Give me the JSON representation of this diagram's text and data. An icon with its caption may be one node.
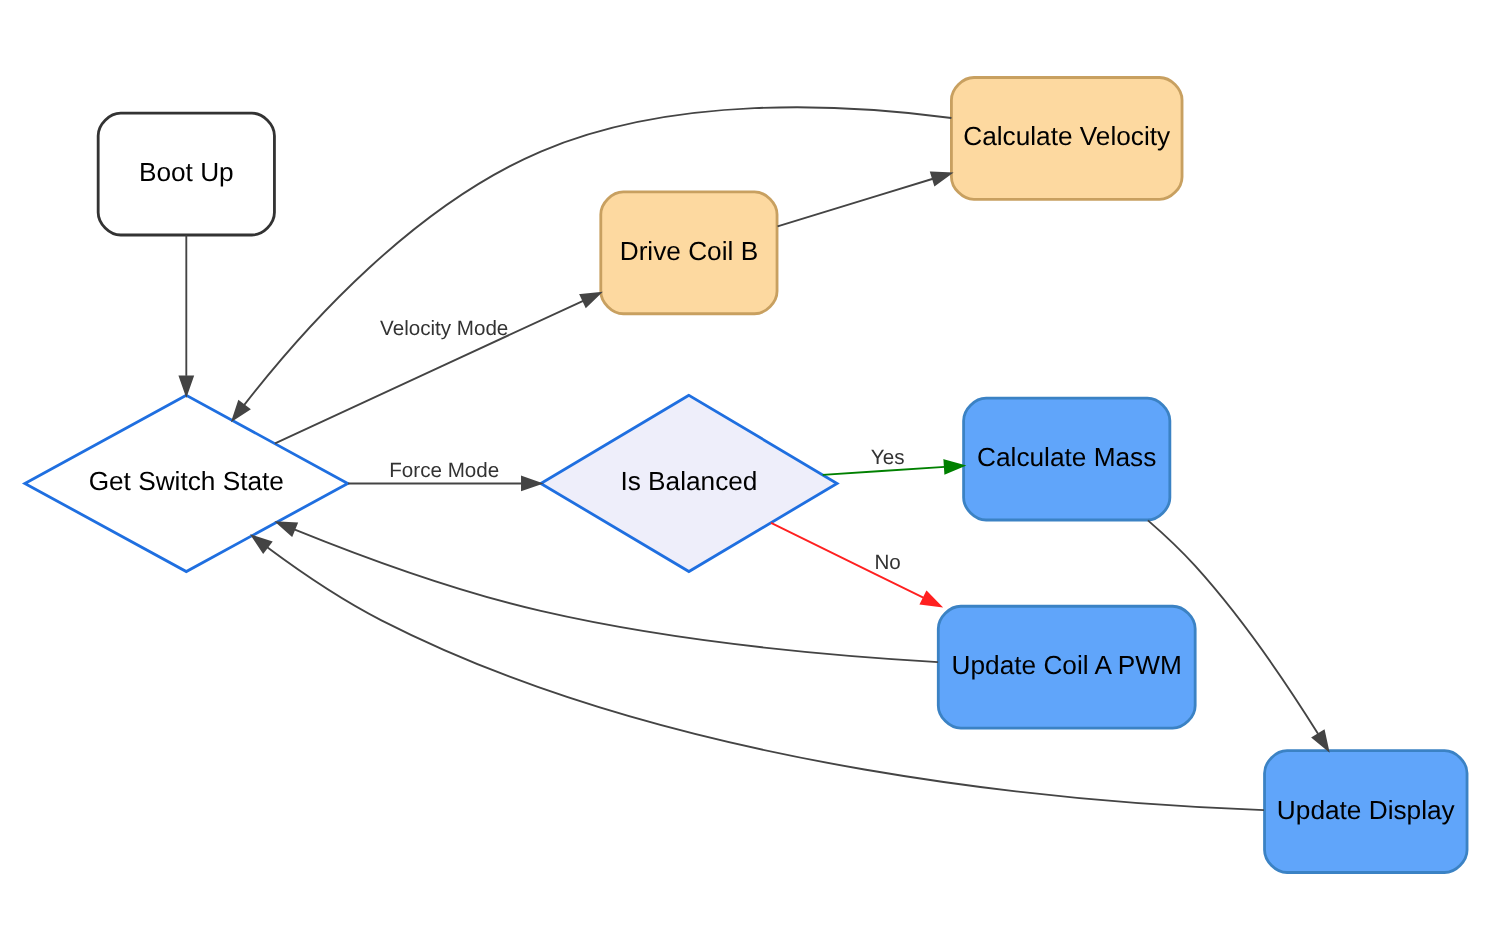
{
  "diagram": {
    "nodes": [
      {
        "text": [
          "Boot Up"
        ]
      },
      {
        "text": [
          "Get Switch State"
        ]
      },
      {
        "text": [
          "Drive Coil B"
        ]
      },
      {
        "text": [
          "Calculate Velocity"
        ]
      },
      {
        "text": [
          "Is Balanced"
        ]
      },
      {
        "text": [
          "Calculate Mass"
        ]
      },
      {
        "text": [
          "Update Display"
        ]
      },
      {
        "text": [
          "Update Coil A PWM"
        ]
      }
    ],
    "edges": [
      {
        "from": 0,
        "to": 1,
        "arrow": "to"
      },
      {
        "from": 1,
        "to": 2,
        "arrow": "to",
        "label": "Velocity Mode"
      },
      {
        "from": 2,
        "to": 3,
        "arrow": "to"
      },
      {
        "from": 3,
        "to": 1,
        "arrow": "to"
      },
      {
        "from": 1,
        "to": 4,
        "arrow": "to",
        "label": "Force Mode"
      },
      {
        "from": 4,
        "to": 5,
        "arrow": "to",
        "label": "Yes",
        "color": "#008000"
      },
      {
        "from": 4,
        "to": 7,
        "arrow": "to",
        "label": "No",
        "color": "#ff2020"
      },
      {
        "from": 5,
        "to": 6,
        "arrow": "to"
      },
      {
        "from": 6,
        "to": 1,
        "arrow": "to"
      },
      {
        "from": 7,
        "to": 1,
        "arrow": "to"
      }
    ]
  }
}
